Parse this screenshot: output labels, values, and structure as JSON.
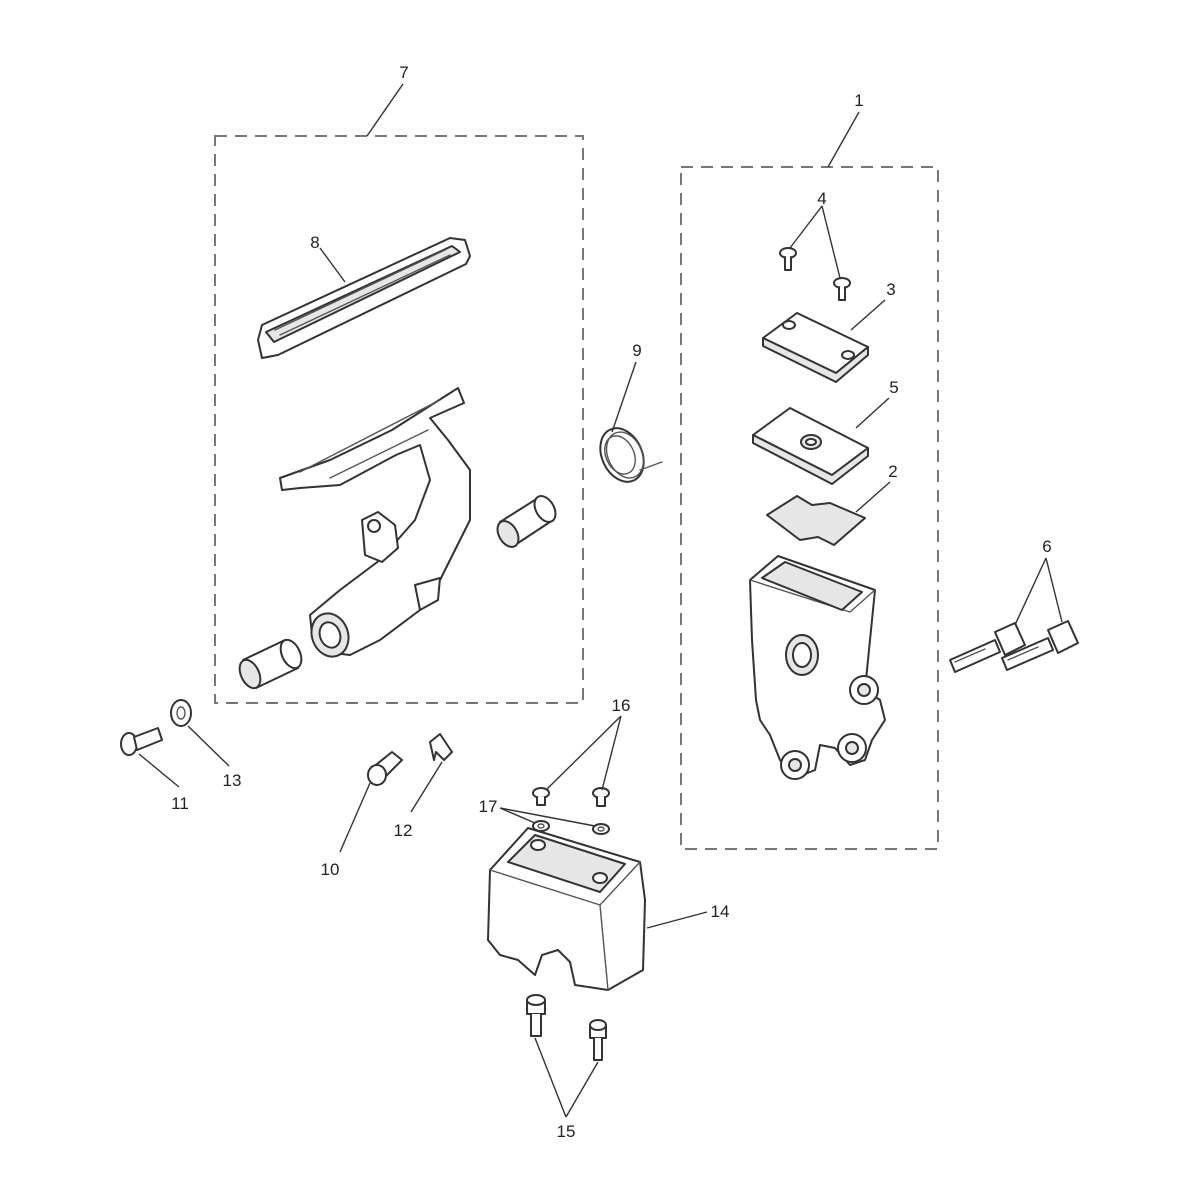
{
  "callouts": {
    "c1": "1",
    "c2": "2",
    "c3": "3",
    "c4": "4",
    "c5": "5",
    "c6": "6",
    "c7": "7",
    "c8": "8",
    "c9": "9",
    "c10": "10",
    "c11": "11",
    "c12": "12",
    "c13": "13",
    "c14": "14",
    "c15": "15",
    "c16": "16",
    "c17": "17"
  },
  "colors": {
    "line": "#333333",
    "dashed_box": "#777777",
    "shade": "#e6e6e6",
    "background": "#ffffff"
  }
}
